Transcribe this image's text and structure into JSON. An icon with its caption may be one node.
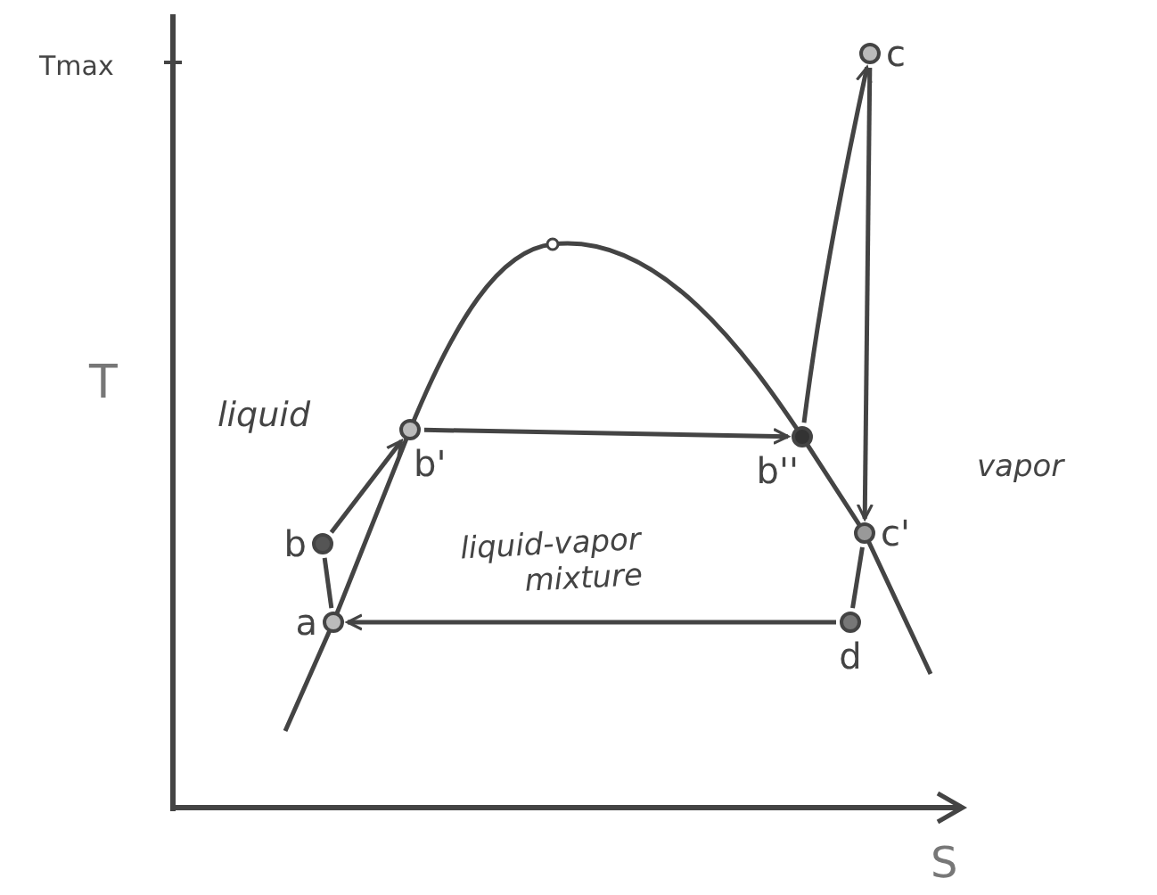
{
  "diagram": {
    "nodes": [
      {
        "text": [
          "a"
        ]
      },
      {
        "text": [
          "b"
        ]
      },
      {
        "text": [
          "b'"
        ]
      },
      {
        "text": [
          "b''"
        ]
      },
      {
        "text": [
          "c"
        ]
      },
      {
        "text": [
          "c'"
        ]
      },
      {
        "text": [
          "d"
        ]
      }
    ],
    "edges": [
      {
        "from": 0,
        "to": 1,
        "arrow": "none"
      },
      {
        "from": 1,
        "to": 2,
        "arrow": "to"
      },
      {
        "from": 2,
        "to": 3,
        "arrow": "to"
      },
      {
        "from": 3,
        "to": 4,
        "arrow": "to"
      },
      {
        "from": 4,
        "to": 5,
        "arrow": "to"
      },
      {
        "from": 5,
        "to": 6,
        "arrow": "none"
      },
      {
        "from": 6,
        "to": 0,
        "arrow": "to"
      }
    ],
    "labels": [
      "Tmax",
      "T",
      "liquid",
      "vapor",
      "liquid-vapor mixture",
      "S"
    ]
  }
}
